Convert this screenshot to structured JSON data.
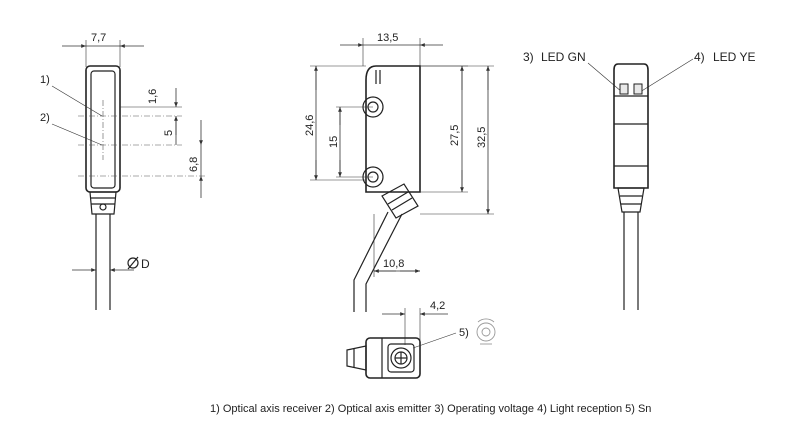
{
  "labels": {
    "label_1": "1)",
    "label_2": "2)",
    "label_3": "3)",
    "label_4": "4)",
    "label_5": "5)",
    "led_gn": "LED GN",
    "led_ye": "LED YE"
  },
  "dimensions": {
    "width_front": "7,7",
    "dim_1_6": "1,6",
    "dim_5": "5",
    "dim_6_8": "6,8",
    "diameter": "D",
    "width_side": "13,5",
    "dim_24_6": "24,6",
    "dim_15": "15",
    "dim_27_5": "27,5",
    "dim_32_5": "32,5",
    "dim_10_8": "10,8",
    "dim_4_2": "4,2"
  },
  "legend": "1) Optical axis receiver  2) Optical axis emitter  3) Operating voltage  4) Light reception  5) Sn"
}
